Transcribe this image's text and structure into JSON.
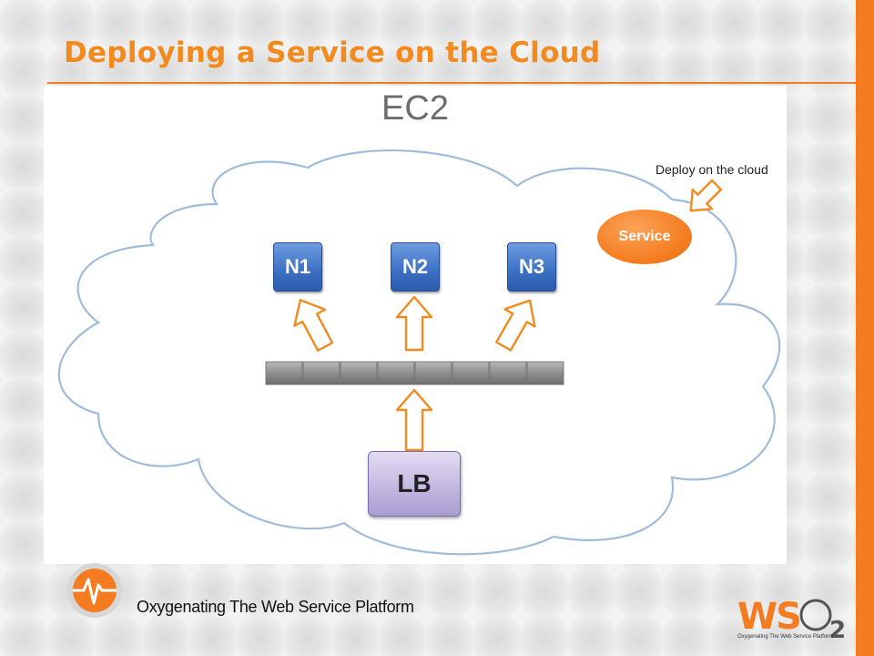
{
  "slide": {
    "title": "Deploying a Service on the Cloud",
    "accent_color": "#f47b20"
  },
  "diagram": {
    "cloud_label": "EC2",
    "deploy_label": "Deploy on the cloud",
    "service_label": "Service",
    "nodes": [
      "N1",
      "N2",
      "N3"
    ],
    "load_balancer_label": "LB",
    "queue_segments": 8,
    "node_color": "#3a6fc2",
    "service_color": "#f57f23",
    "lb_color": "#c4b9e2"
  },
  "footer": {
    "tagline": "Oxygenating The Web Service Platform",
    "logo_text": "WSO2",
    "logo_tagline": "Oxygenating The Web Service Platform"
  }
}
